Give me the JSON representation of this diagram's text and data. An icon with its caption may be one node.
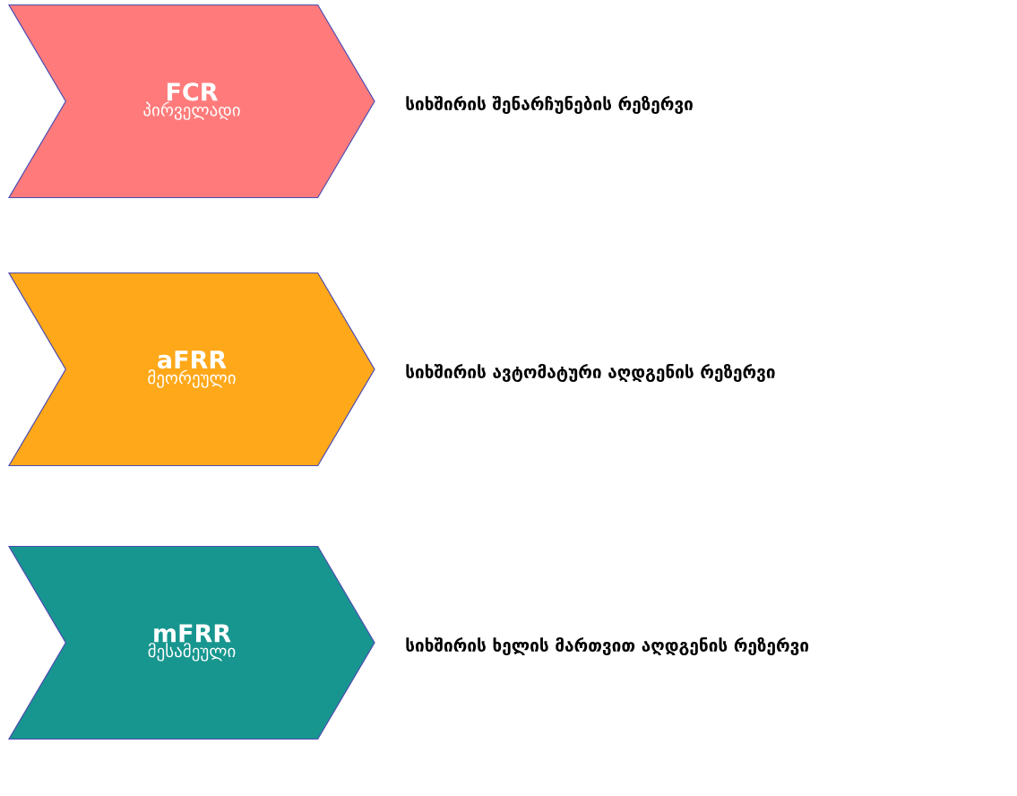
{
  "diagram": {
    "nodes": [
      {
        "text": [
          "FCR",
          "პირველადი"
        ],
        "beside": [
          "სიხშირის შენარჩუნების რეზერვი"
        ]
      },
      {
        "text": [
          "aFRR",
          "მეორეული"
        ],
        "beside": [
          "სიხშირის ავტომატური აღდგენის რეზერვი"
        ]
      },
      {
        "text": [
          "mFRR",
          "მესამეული"
        ],
        "beside": [
          "სიხშირის ხელის მართვით აღდგენის რეზერვი"
        ]
      }
    ]
  }
}
